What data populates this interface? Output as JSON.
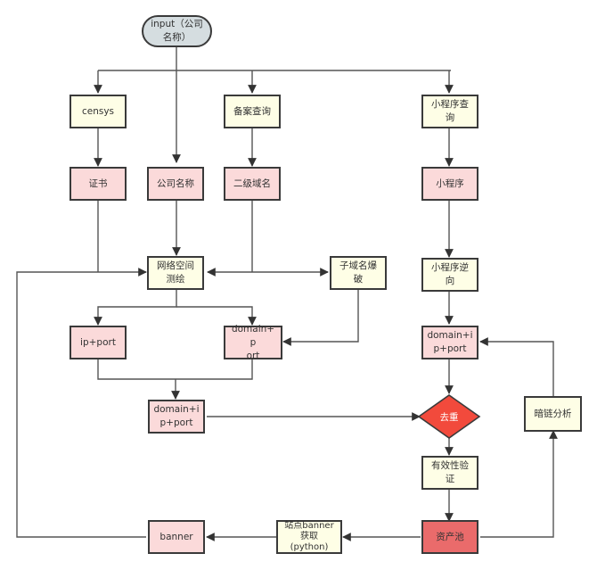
{
  "diagram": {
    "title": "asset-discovery-flow",
    "colors": {
      "process": "#fefee6",
      "data": "#fbdada",
      "pool": "#ea6b6b",
      "decision": "#f24a3c",
      "start": "#d5dde0",
      "stroke": "#3a3a3a"
    },
    "nodes": {
      "start": "input（公司\n名称）",
      "censys": "censys",
      "beian": "备案查询",
      "miniapp_query": "小程序查\n询",
      "cert": "证书",
      "company_name": "公司名称",
      "subdomain": "二级域名",
      "miniapp": "小程序",
      "cyberspace_mapping": "网络空间\n测绘",
      "subdomain_brute": "子域名爆\n破",
      "miniapp_reverse": "小程序逆\n向",
      "ip_port": "ip+port",
      "domain_port": "domain+p\nort",
      "domain_ip_port_left": "domain+i\np+port",
      "domain_ip_port_right": "domain+i\np+port",
      "dedup": "去重",
      "dark_link": "暗链分析",
      "validity": "有效性验\n证",
      "asset_pool": "资产池",
      "banner_fetch": "站点banner\n获取\n(python)",
      "banner": "banner"
    },
    "edges": [
      {
        "from": "start",
        "to": "censys"
      },
      {
        "from": "start",
        "to": "company_name"
      },
      {
        "from": "start",
        "to": "beian"
      },
      {
        "from": "start",
        "to": "miniapp_query"
      },
      {
        "from": "censys",
        "to": "cert"
      },
      {
        "from": "beian",
        "to": "subdomain"
      },
      {
        "from": "miniapp_query",
        "to": "miniapp"
      },
      {
        "from": "miniapp",
        "to": "miniapp_reverse"
      },
      {
        "from": "miniapp_reverse",
        "to": "domain_ip_port_right"
      },
      {
        "from": "cert",
        "to": "cyberspace_mapping"
      },
      {
        "from": "company_name",
        "to": "cyberspace_mapping"
      },
      {
        "from": "subdomain",
        "to": "cyberspace_mapping"
      },
      {
        "from": "subdomain",
        "to": "subdomain_brute"
      },
      {
        "from": "cyberspace_mapping",
        "to": "ip_port"
      },
      {
        "from": "cyberspace_mapping",
        "to": "domain_port"
      },
      {
        "from": "subdomain_brute",
        "to": "domain_port"
      },
      {
        "from": "ip_port",
        "to": "domain_ip_port_left"
      },
      {
        "from": "domain_port",
        "to": "domain_ip_port_left"
      },
      {
        "from": "domain_ip_port_left",
        "to": "dedup"
      },
      {
        "from": "domain_ip_port_right",
        "to": "dedup"
      },
      {
        "from": "dedup",
        "to": "validity"
      },
      {
        "from": "validity",
        "to": "asset_pool"
      },
      {
        "from": "asset_pool",
        "to": "dark_link"
      },
      {
        "from": "dark_link",
        "to": "domain_ip_port_right"
      },
      {
        "from": "asset_pool",
        "to": "banner_fetch"
      },
      {
        "from": "banner_fetch",
        "to": "banner"
      },
      {
        "from": "banner",
        "to": "cyberspace_mapping"
      }
    ]
  }
}
